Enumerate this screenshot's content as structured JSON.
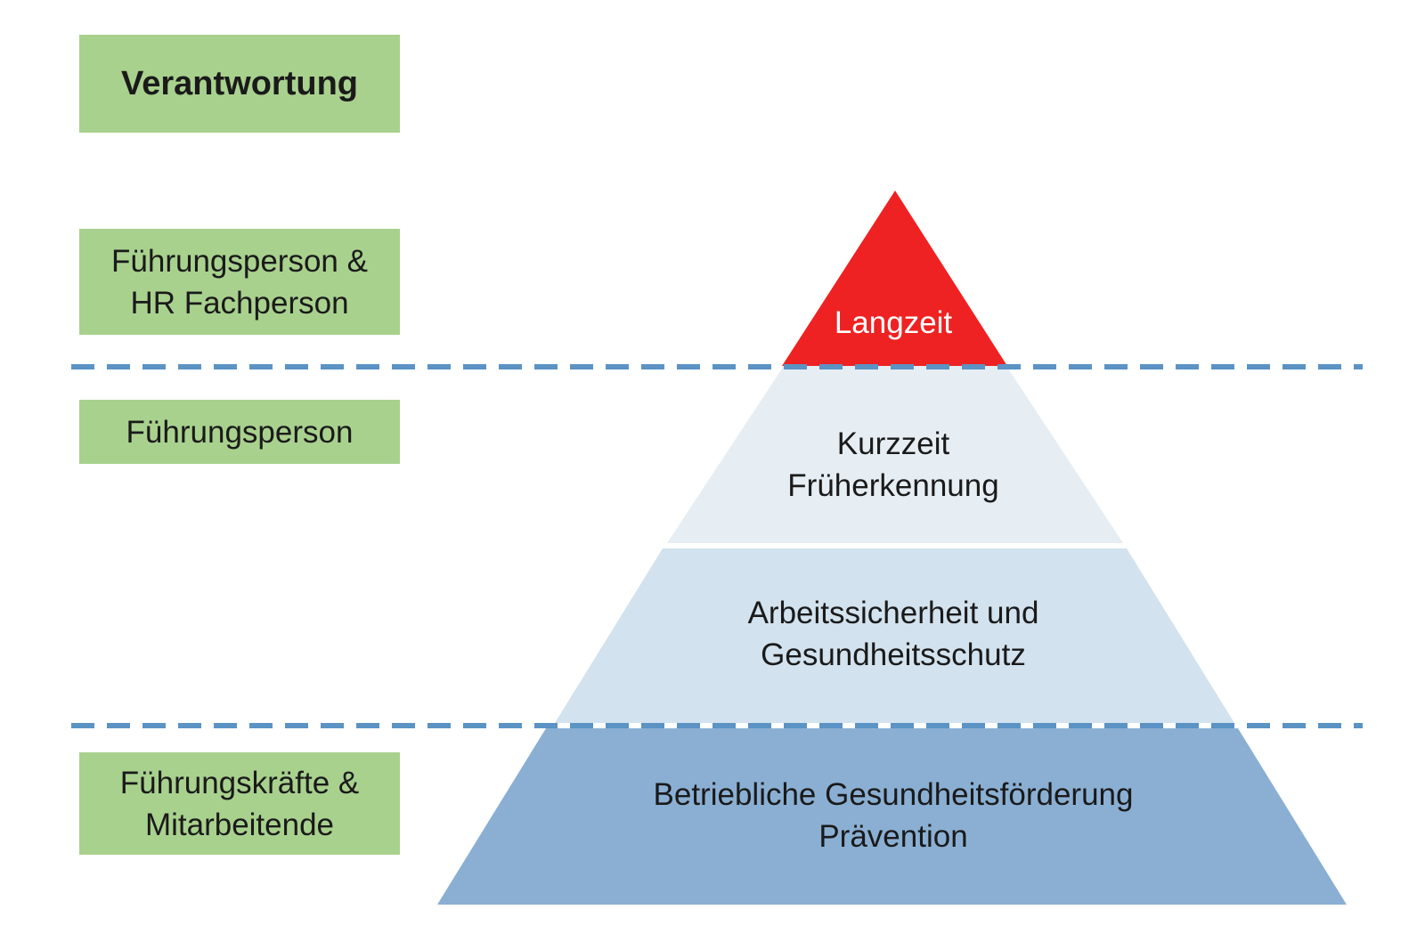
{
  "responsibility": {
    "heading": "Verantwortung",
    "rows": [
      {
        "lines": [
          "Führungsperson &",
          "HR Fachperson"
        ]
      },
      {
        "lines": [
          "Führungsperson"
        ]
      },
      {
        "lines": [
          "Führungskräfte &",
          "Mitarbeitende"
        ]
      }
    ]
  },
  "pyramid": {
    "tiers": [
      {
        "lines": [
          "Langzeit"
        ],
        "color": "#ee2222"
      },
      {
        "lines": [
          "Kurzzeit",
          "Früherkennung"
        ],
        "color": "#e6edf3"
      },
      {
        "lines": [
          "Arbeitssicherheit und",
          "Gesundheitsschutz"
        ],
        "color": "#d2e2ee"
      },
      {
        "lines": [
          "Betriebliche Gesundheitsförderung",
          "Prävention"
        ],
        "color": "#8aafd3"
      }
    ],
    "divider_color": "#5b93c5",
    "label_box_color": "#a9d18e"
  }
}
